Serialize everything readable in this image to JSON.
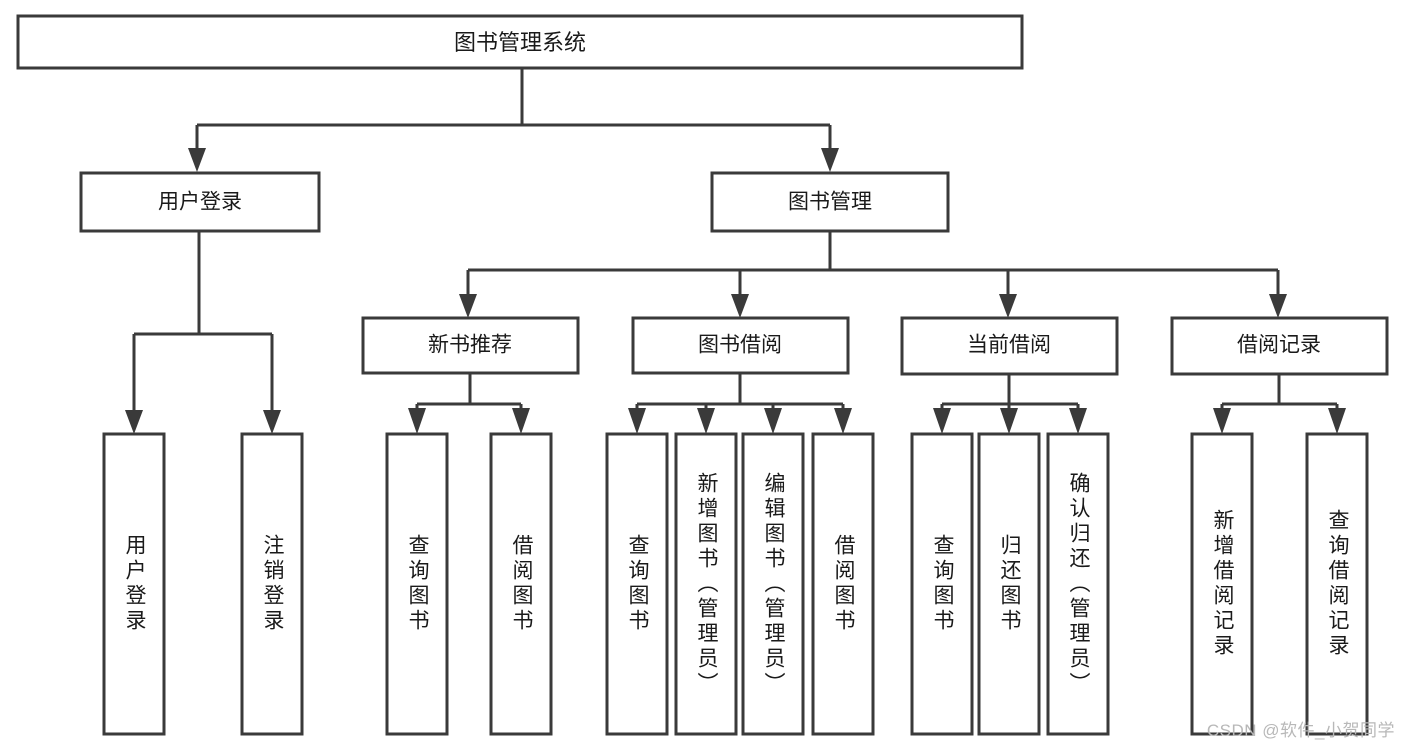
{
  "diagram": {
    "type": "tree",
    "title": "图书管理系统",
    "watermark": "CSDN @软件_小贺同学",
    "colors": {
      "box_stroke": "#3a3a3a",
      "box_fill": "#ffffff",
      "connector": "#3a3a3a",
      "text": "#1a1a1a",
      "watermark": "#b8b8b8",
      "background": "#ffffff"
    },
    "root": {
      "label": "图书管理系统"
    },
    "level2": [
      {
        "label": "用户登录"
      },
      {
        "label": "图书管理"
      }
    ],
    "level3": [
      {
        "label": "新书推荐"
      },
      {
        "label": "图书借阅"
      },
      {
        "label": "当前借阅"
      },
      {
        "label": "借阅记录"
      }
    ],
    "leaves": {
      "user_login": [
        {
          "label": "用户登录"
        },
        {
          "label": "注销登录"
        }
      ],
      "new_book_recommend": [
        {
          "label": "查询图书"
        },
        {
          "label": "借阅图书"
        }
      ],
      "book_borrow": [
        {
          "label": "查询图书"
        },
        {
          "label": "新增图书（管理员）"
        },
        {
          "label": "编辑图书（管理员）"
        },
        {
          "label": "借阅图书"
        }
      ],
      "current_borrow": [
        {
          "label": "查询图书"
        },
        {
          "label": "归还图书"
        },
        {
          "label": "确认归还（管理员）"
        }
      ],
      "borrow_record": [
        {
          "label": "新增借阅记录"
        },
        {
          "label": "查询借阅记录"
        }
      ]
    }
  }
}
